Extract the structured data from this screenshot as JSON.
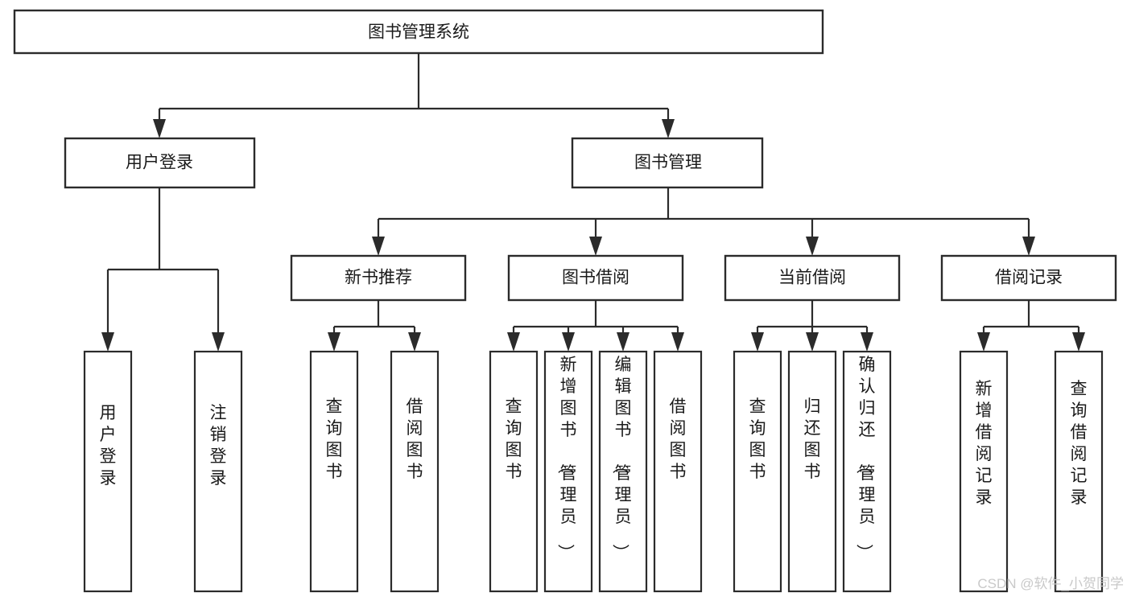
{
  "diagram": {
    "type": "tree",
    "title": "图书管理系统",
    "colors": {
      "stroke": "#2b2b2b",
      "fill": "#ffffff",
      "text": "#1a1a1a",
      "watermark": "#c9c9c9"
    },
    "root": {
      "label": "图书管理系统"
    },
    "level2": [
      {
        "label": "用户登录"
      },
      {
        "label": "图书管理"
      }
    ],
    "level3": [
      {
        "label": "新书推荐"
      },
      {
        "label": "图书借阅"
      },
      {
        "label": "当前借阅"
      },
      {
        "label": "借阅记录"
      }
    ],
    "leaves": {
      "user_login": [
        {
          "label": "用户登录"
        },
        {
          "label": "注销登录"
        }
      ],
      "new_book_recommend": [
        {
          "label": "查询图书"
        },
        {
          "label": "借阅图书"
        }
      ],
      "book_borrow": [
        {
          "label": "查询图书"
        },
        {
          "label": "新增图书（管理员）"
        },
        {
          "label": "编辑图书（管理员）"
        },
        {
          "label": "借阅图书"
        }
      ],
      "current_borrow": [
        {
          "label": "查询图书"
        },
        {
          "label": "归还图书"
        },
        {
          "label": "确认归还（管理员）"
        }
      ],
      "borrow_record": [
        {
          "label": "新增借阅记录"
        },
        {
          "label": "查询借阅记录"
        }
      ]
    }
  },
  "watermark": {
    "text": "CSDN @软件_小贺同学"
  }
}
